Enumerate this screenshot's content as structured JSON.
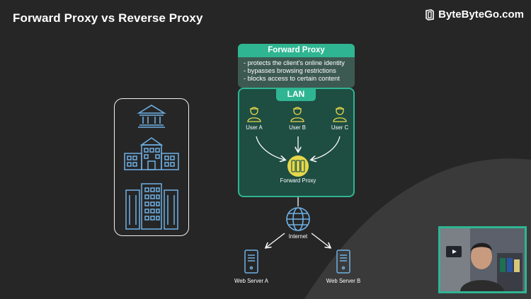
{
  "header": {
    "title": "Forward Proxy vs Reverse Proxy",
    "brand": "ByteByteGo.com"
  },
  "forward_proxy_box": {
    "title": "Forward Proxy",
    "bullets": [
      "- protects the client’s online identity",
      "- bypasses browsing restrictions",
      "- blocks access to certain content"
    ]
  },
  "lan": {
    "label": "LAN",
    "users": [
      "User A",
      "User B",
      "User C"
    ],
    "proxy_label": "Forward Proxy"
  },
  "internet": {
    "label": "Internet"
  },
  "servers": [
    "Web Server A",
    "Web Server B"
  ],
  "colors": {
    "background": "#262626",
    "accent": "#2fb592",
    "lan_fill": "#1e4d42",
    "icon_blue": "#6fb1e6",
    "user_yellow": "#e6d84a"
  },
  "left_panel_icons": [
    "institution-icon",
    "school-building-icon",
    "office-towers-icon"
  ]
}
